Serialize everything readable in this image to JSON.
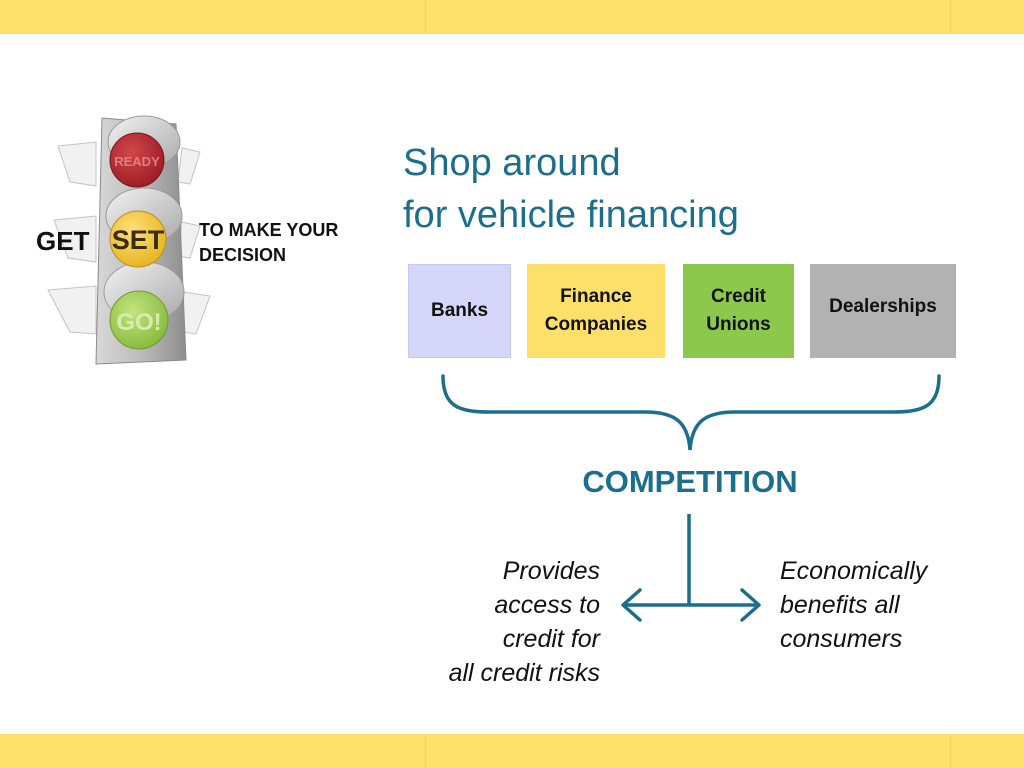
{
  "colors": {
    "band": "#FCE06A",
    "accent": "#1B6E8C",
    "banks": "#D6D6FA",
    "finance_companies": "#FCE06A",
    "credit_unions": "#8CC84B",
    "dealerships": "#B2B2B2"
  },
  "traffic_light": {
    "lights": [
      {
        "label": "READY",
        "color": "#B8252B"
      },
      {
        "label": "SET",
        "color": "#F2C42F"
      },
      {
        "label": "GO!",
        "color": "#9BCB4F"
      }
    ],
    "get_label": "GET",
    "make_label": [
      "TO MAKE YOUR",
      "DECISION"
    ]
  },
  "headline": [
    "Shop around",
    "for vehicle financing"
  ],
  "sources": [
    {
      "lines": [
        "Banks"
      ]
    },
    {
      "lines": [
        "Finance",
        "Companies"
      ]
    },
    {
      "lines": [
        "Credit",
        "Unions"
      ]
    },
    {
      "lines": [
        "Dealerships"
      ]
    }
  ],
  "competition": "COMPETITION",
  "left_outcome": [
    "Provides",
    "access to",
    "credit for",
    "all credit risks"
  ],
  "right_outcome": [
    "Economically",
    "benefits all",
    "consumers"
  ]
}
